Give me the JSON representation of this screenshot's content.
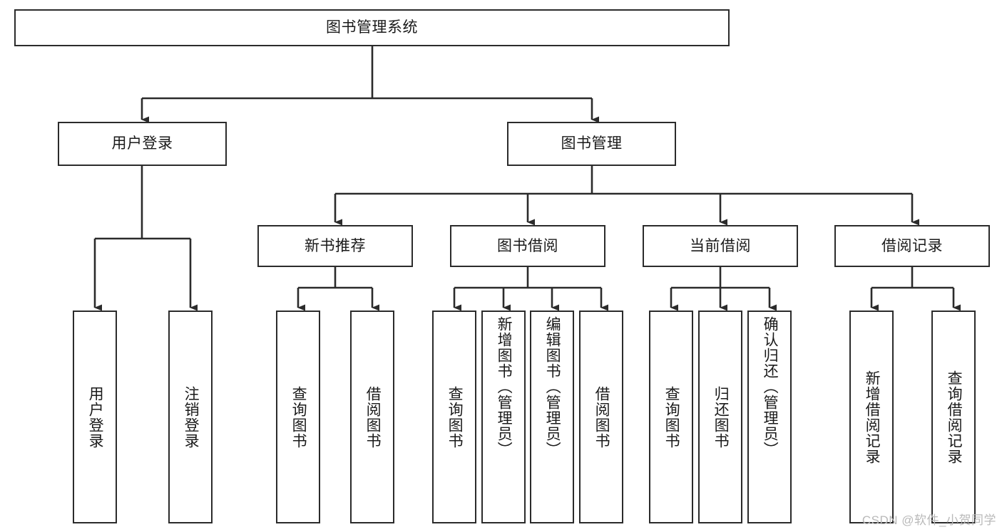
{
  "diagram": {
    "title_node": {
      "id": "root",
      "label": "图书管理系统"
    },
    "level2": [
      {
        "id": "user-login",
        "label": "用户登录"
      },
      {
        "id": "book-manage",
        "label": "图书管理"
      }
    ],
    "level3": [
      {
        "id": "new-book-rec",
        "label": "新书推荐"
      },
      {
        "id": "book-borrow",
        "label": "图书借阅"
      },
      {
        "id": "current-borrow",
        "label": "当前借阅"
      },
      {
        "id": "borrow-record",
        "label": "借阅记录"
      }
    ],
    "leaves": [
      {
        "id": "leaf-user-login",
        "label": "用户登录"
      },
      {
        "id": "leaf-user-logout",
        "label": "注销登录"
      },
      {
        "id": "leaf-query-book-1",
        "label": "查询图书"
      },
      {
        "id": "leaf-borrow-book-1",
        "label": "借阅图书"
      },
      {
        "id": "leaf-query-book-2",
        "label": "查询图书"
      },
      {
        "id": "leaf-add-book",
        "label": "新增图书（管理员）"
      },
      {
        "id": "leaf-edit-book",
        "label": "编辑图书（管理员）"
      },
      {
        "id": "leaf-borrow-book-2",
        "label": "借阅图书"
      },
      {
        "id": "leaf-query-book-3",
        "label": "查询图书"
      },
      {
        "id": "leaf-return-book",
        "label": "归还图书"
      },
      {
        "id": "leaf-confirm-return",
        "label": "确认归还（管理员）"
      },
      {
        "id": "leaf-add-record",
        "label": "新增借阅记录"
      },
      {
        "id": "leaf-query-record",
        "label": "查询借阅记录"
      }
    ]
  },
  "watermark": {
    "text": "CSDN @软件_小贺同学"
  },
  "colors": {
    "stroke": "#2b2b2b",
    "fill": "#ffffff",
    "text": "#1a1a1a",
    "watermark": "#b9b9b9"
  }
}
